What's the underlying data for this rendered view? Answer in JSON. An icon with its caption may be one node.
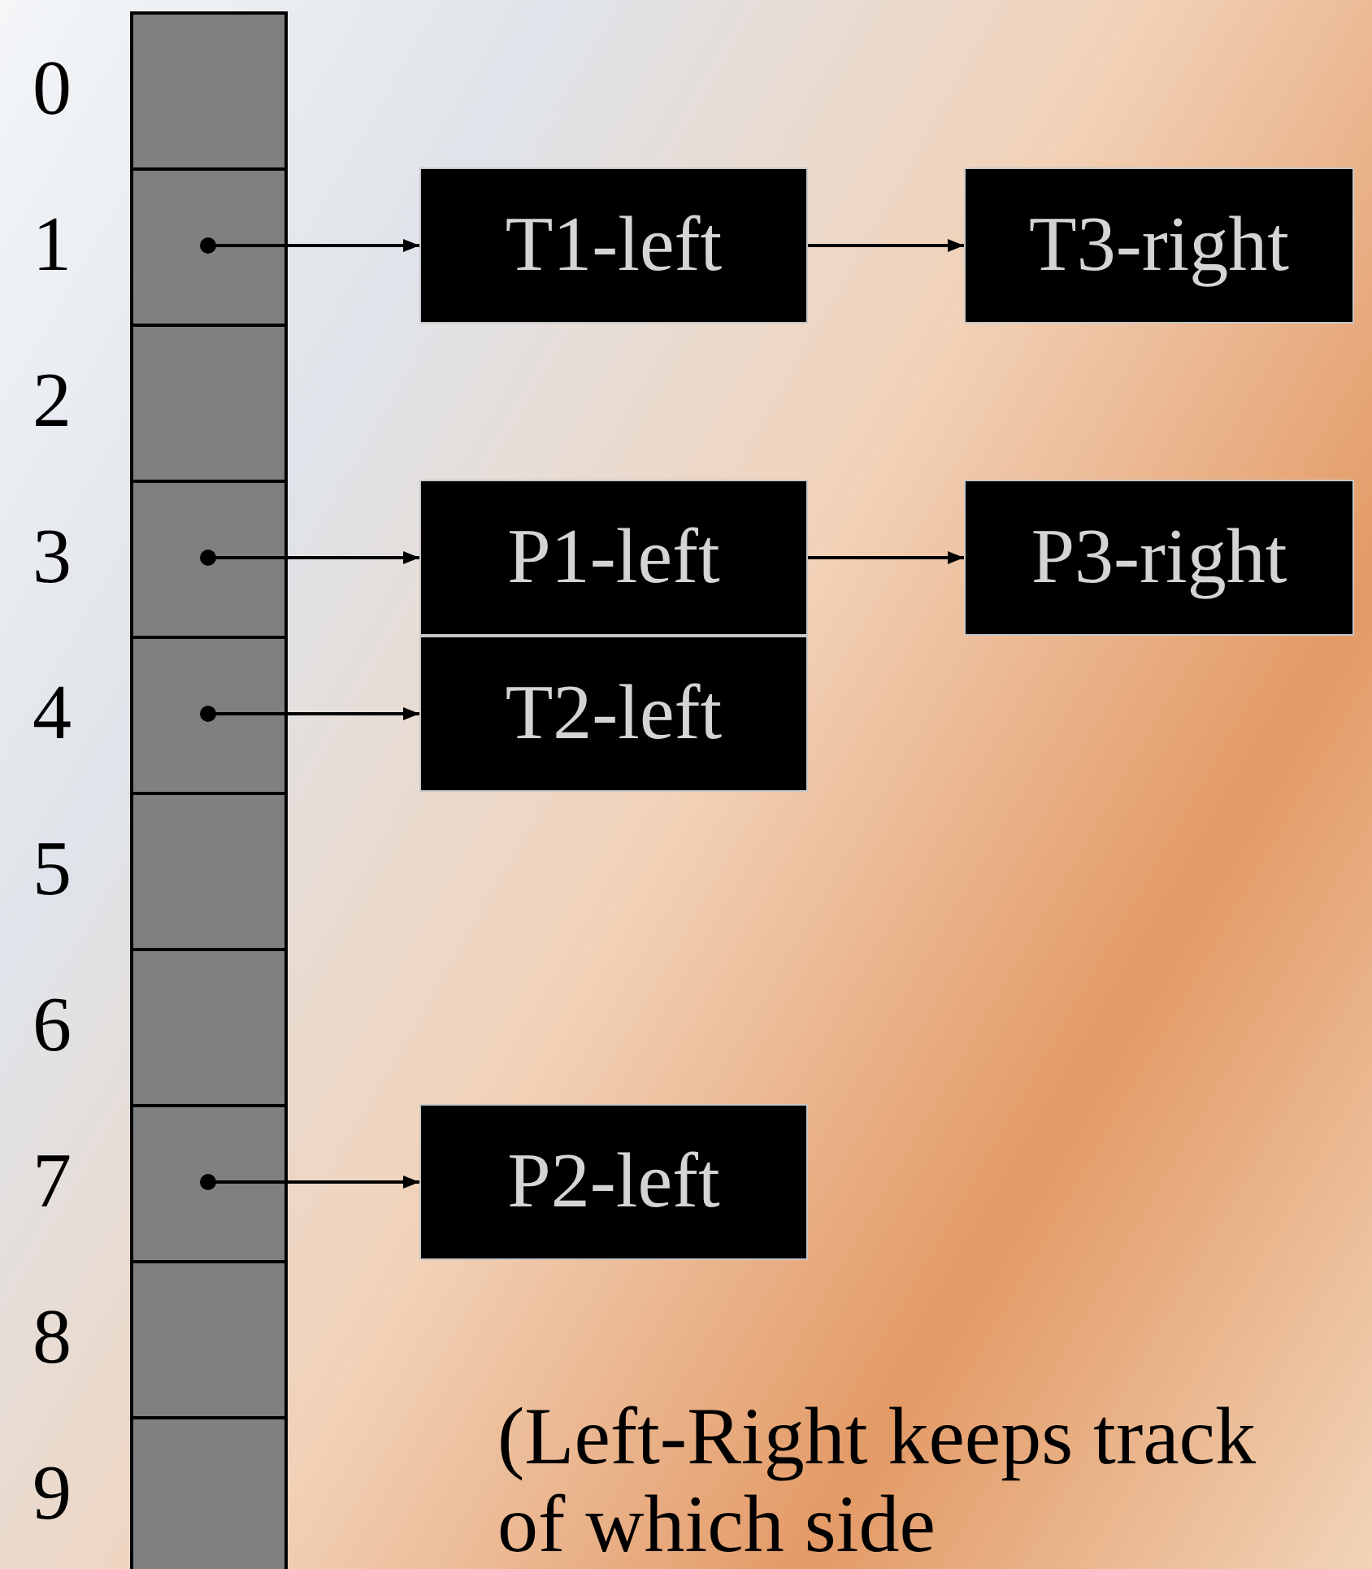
{
  "diagram": {
    "nodes": [
      {
        "text": [],
        "shape": "box",
        "beside": [
          "0"
        ]
      },
      {
        "text": [],
        "shape": "box",
        "beside": [
          "1"
        ]
      },
      {
        "text": [],
        "shape": "box",
        "beside": [
          "2"
        ]
      },
      {
        "text": [],
        "shape": "box",
        "beside": [
          "3"
        ]
      },
      {
        "text": [],
        "shape": "box",
        "beside": [
          "4"
        ]
      },
      {
        "text": [],
        "shape": "box",
        "beside": [
          "5"
        ]
      },
      {
        "text": [],
        "shape": "box",
        "beside": [
          "6"
        ]
      },
      {
        "text": [],
        "shape": "box",
        "beside": [
          "7"
        ]
      },
      {
        "text": [],
        "shape": "box",
        "beside": [
          "8"
        ]
      },
      {
        "text": [],
        "shape": "box",
        "beside": [
          "9"
        ]
      },
      {
        "text": [
          "T1-left"
        ]
      },
      {
        "text": [
          "T3-right"
        ]
      },
      {
        "text": [
          "P1-left"
        ]
      },
      {
        "text": [
          "P3-right"
        ]
      },
      {
        "text": [
          "T2-left"
        ]
      },
      {
        "text": [
          "P2-left"
        ]
      }
    ],
    "edges": [
      {
        "from": 1,
        "to": 10,
        "arrow": "to"
      },
      {
        "from": 10,
        "to": 11,
        "arrow": "to"
      },
      {
        "from": 3,
        "to": 12,
        "arrow": "to"
      },
      {
        "from": 12,
        "to": 13,
        "arrow": "to"
      },
      {
        "from": 4,
        "to": 14,
        "arrow": "to"
      },
      {
        "from": 7,
        "to": 15,
        "arrow": "to"
      }
    ],
    "labels": [
      "(Left-Right keeps track of which side"
    ]
  }
}
